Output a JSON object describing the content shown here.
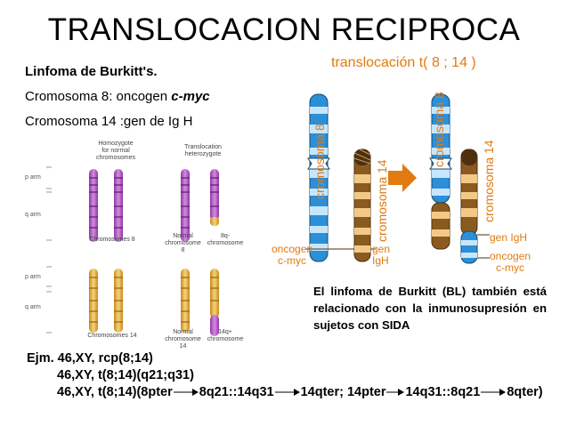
{
  "title": "TRANSLOCACION RECIPROCA",
  "left": {
    "line1": "Linfoma de  Burkitt's.",
    "line2_prefix": "Cromosoma 8: oncogen ",
    "line2_gene": "c-myc",
    "line3": "Cromosoma 14 :gen de Ig H"
  },
  "figure_left": {
    "homozygote_label": "Homozygote\nfor normal\nchromosomes",
    "translocation_label": "Translocation\nheterozygote",
    "p_arm": "p arm",
    "q_arm": "q arm",
    "chromosomes8_label": "Chromosomes 8",
    "normal8_label": "Normal\nchromosome\n8",
    "bq_label": "8q-\nchromosome",
    "chromosomes14_label": "Chromosomes 14",
    "normal14_label": "Normal\nchromosome\n14",
    "q14_label": "14q+\nchromosome",
    "colors": {
      "chr8": "#b35cc4",
      "chr14": "#e6b34d"
    }
  },
  "figure_right": {
    "title": "translocación t( 8 ; 14 )",
    "cromosoma8": "cromosoma 8",
    "cromosoma14": "cromosoma 14",
    "oncogen_cmyc_left": "oncogen\nc-myc",
    "gen_igh_left": "gen\nIgH",
    "gen_igh_right": "gen IgH",
    "oncogen_cmyc_right": "oncogen\nc-myc",
    "colors": {
      "blue": "#2c8fd8",
      "brown": "#8b5a1e",
      "orange": "#e07b10"
    }
  },
  "paragraph": "El linfoma de Burkitt (BL) también está relacionado con la inmunosupresión en sujetos con SIDA",
  "examples": {
    "ex1": "Ejm. 46,XY, rcp(8;14)",
    "ex2": "46,XY, t(8;14)(q21;q31)",
    "ex3_a": "46,XY, t(8;14)(8pter",
    "ex3_b": "8q21::14q31",
    "ex3_c": "14qter; 14pter",
    "ex3_d": "14q31::8q21",
    "ex3_e": "8qter)"
  }
}
